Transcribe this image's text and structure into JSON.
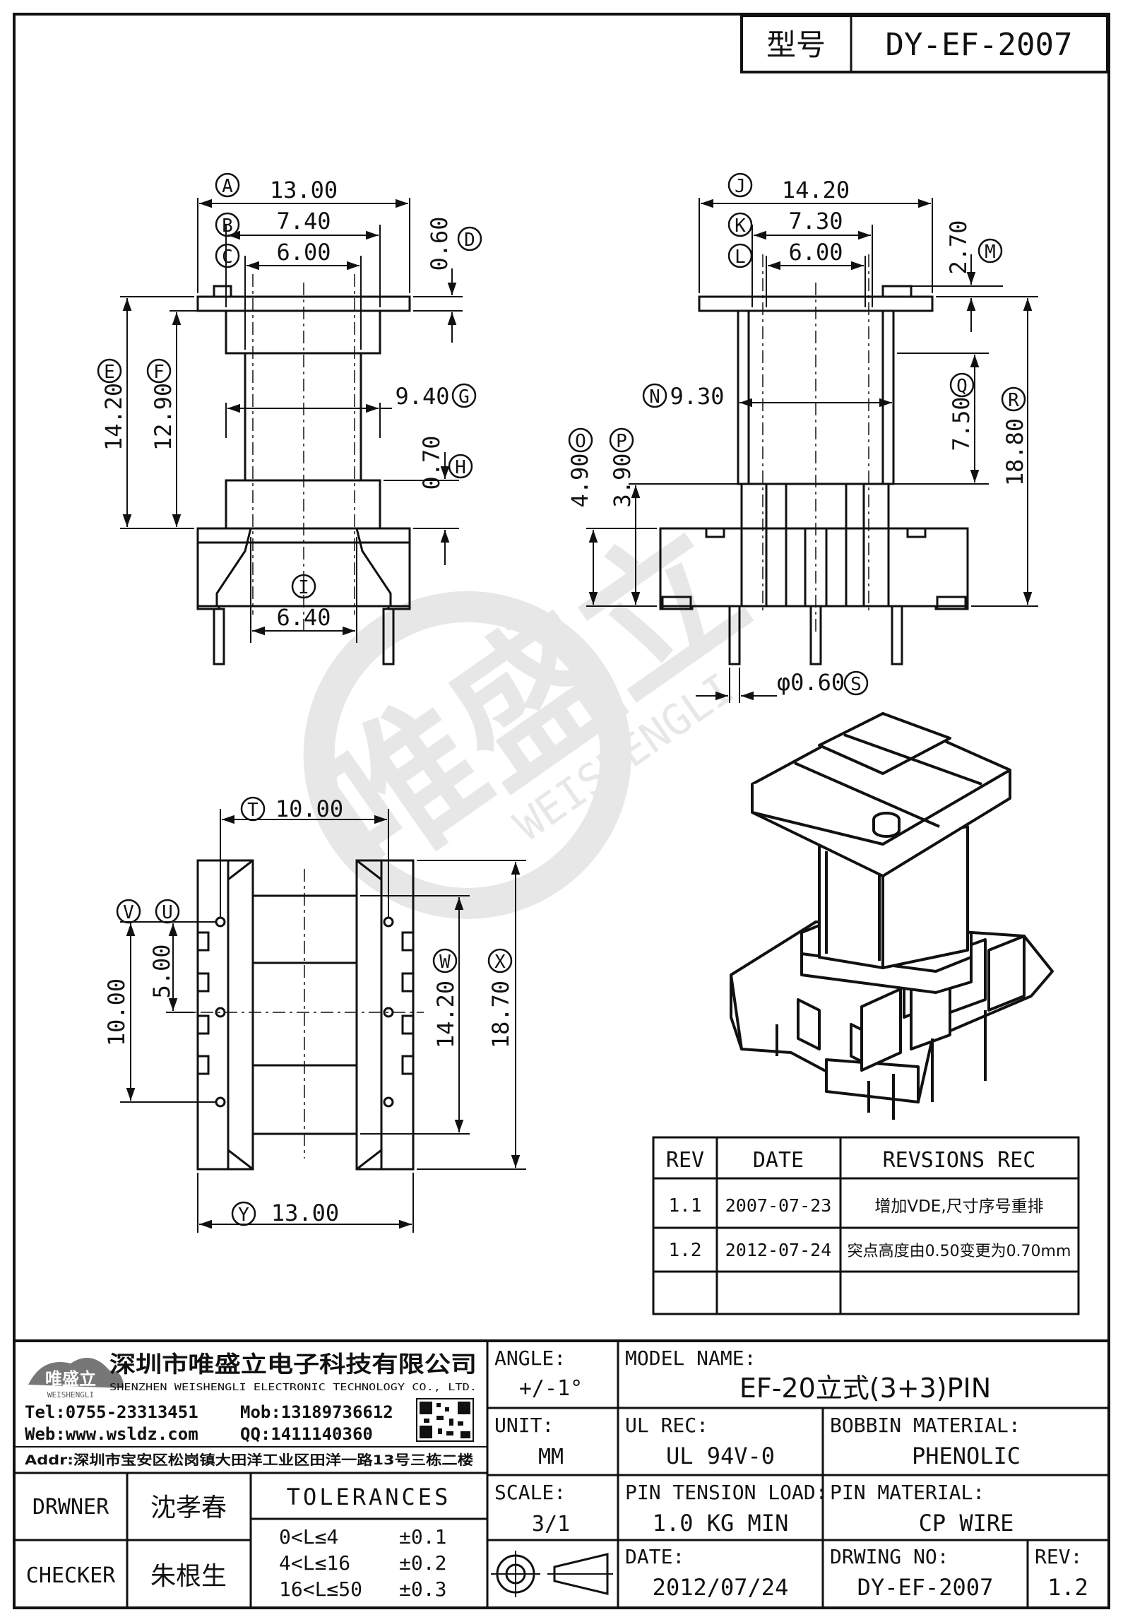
{
  "header": {
    "model_label": "型号",
    "model_value": "DY-EF-2007"
  },
  "dimensions": {
    "front": {
      "A": "13.00",
      "B": "7.40",
      "C": "6.00",
      "D": "0.60",
      "E": "14.20",
      "F": "12.90",
      "G": "9.40",
      "H": "0.70",
      "I": "6.40"
    },
    "side": {
      "J": "14.20",
      "K": "7.30",
      "L": "6.00",
      "M": "2.70",
      "N": "9.30",
      "O": "4.90",
      "P": "3.90",
      "Q": "7.50",
      "R": "18.80",
      "S": "φ0.60"
    },
    "bottom": {
      "T": "10.00",
      "U": "5.00",
      "V": "10.00",
      "W": "14.20",
      "X": "18.70",
      "Y": "13.00"
    }
  },
  "watermark": {
    "brand": "唯盛立",
    "latin": "WEISHENGLI"
  },
  "revisions": {
    "headers": [
      "REV",
      "DATE",
      "REVSIONS REC"
    ],
    "rows": [
      {
        "rev": "1.1",
        "date": "2007-07-23",
        "rec": "增加VDE,尺寸序号重排"
      },
      {
        "rev": "1.2",
        "date": "2012-07-24",
        "rec": "突点高度由0.50变更为0.70mm"
      },
      {
        "rev": "",
        "date": "",
        "rec": ""
      }
    ]
  },
  "company": {
    "logo_text": "唯盛立",
    "logo_sub": "WEISHENGLI",
    "name_cn": "深圳市唯盛立电子科技有限公司",
    "name_en": "SHENZHEN WEISHENGLI ELECTRONIC TECHNOLOGY CO., LTD.",
    "tel": "Tel:0755-23313451",
    "mob": "Mob:13189736612",
    "web": "Web:www.wsldz.com",
    "qq": "QQ:1411140360",
    "addr": "Addr:深圳市宝安区松岗镇大田洋工业区田洋一路13号三栋二楼"
  },
  "title_block": {
    "angle_label": "ANGLE:",
    "angle_value": "+/-1°",
    "model_name_label": "MODEL NAME:",
    "model_name_value": "EF-20立式(3+3)PIN",
    "unit_label": "UNIT:",
    "unit_value": "MM",
    "ul_rec_label": "UL REC:",
    "ul_rec_value": "UL 94V-0",
    "bobbin_label": "BOBBIN MATERIAL:",
    "bobbin_value": "PHENOLIC",
    "scale_label": "SCALE:",
    "scale_value": "3/1",
    "pin_tension_label": "PIN TENSION LOAD:",
    "pin_tension_value": "1.0 KG MIN",
    "pin_material_label": "PIN MATERIAL:",
    "pin_material_value": "CP WIRE",
    "date_label": "DATE:",
    "date_value": "2012/07/24",
    "drwing_no_label": "DRWING NO:",
    "drwing_no_value": "DY-EF-2007",
    "rev_label": "REV:",
    "rev_value": "1.2",
    "drawer_label": "DRWNER",
    "drawer_value": "沈孝春",
    "checker_label": "CHECKER",
    "checker_value": "朱根生",
    "tolerances_label": "TOLERANCES",
    "tolerances": [
      {
        "range": "0<L≤4",
        "value": "±0.1"
      },
      {
        "range": "4<L≤16",
        "value": "±0.2"
      },
      {
        "range": "16<L≤50",
        "value": "±0.3"
      }
    ]
  }
}
